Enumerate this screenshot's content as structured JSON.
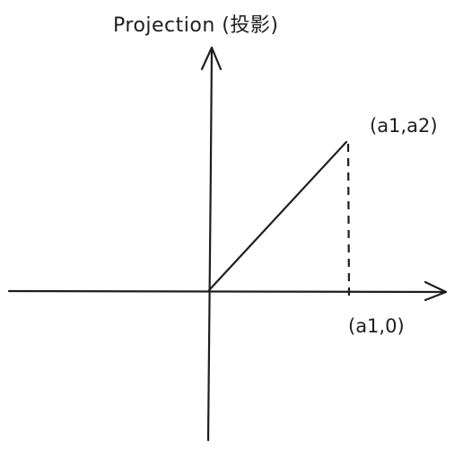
{
  "diagram": {
    "title": "Projection (投影)",
    "point_a_label": "(a1,a2)",
    "point_b_label": "(a1,0)",
    "stroke_color": "#1e1e1e",
    "background_color": "#ffffff"
  }
}
